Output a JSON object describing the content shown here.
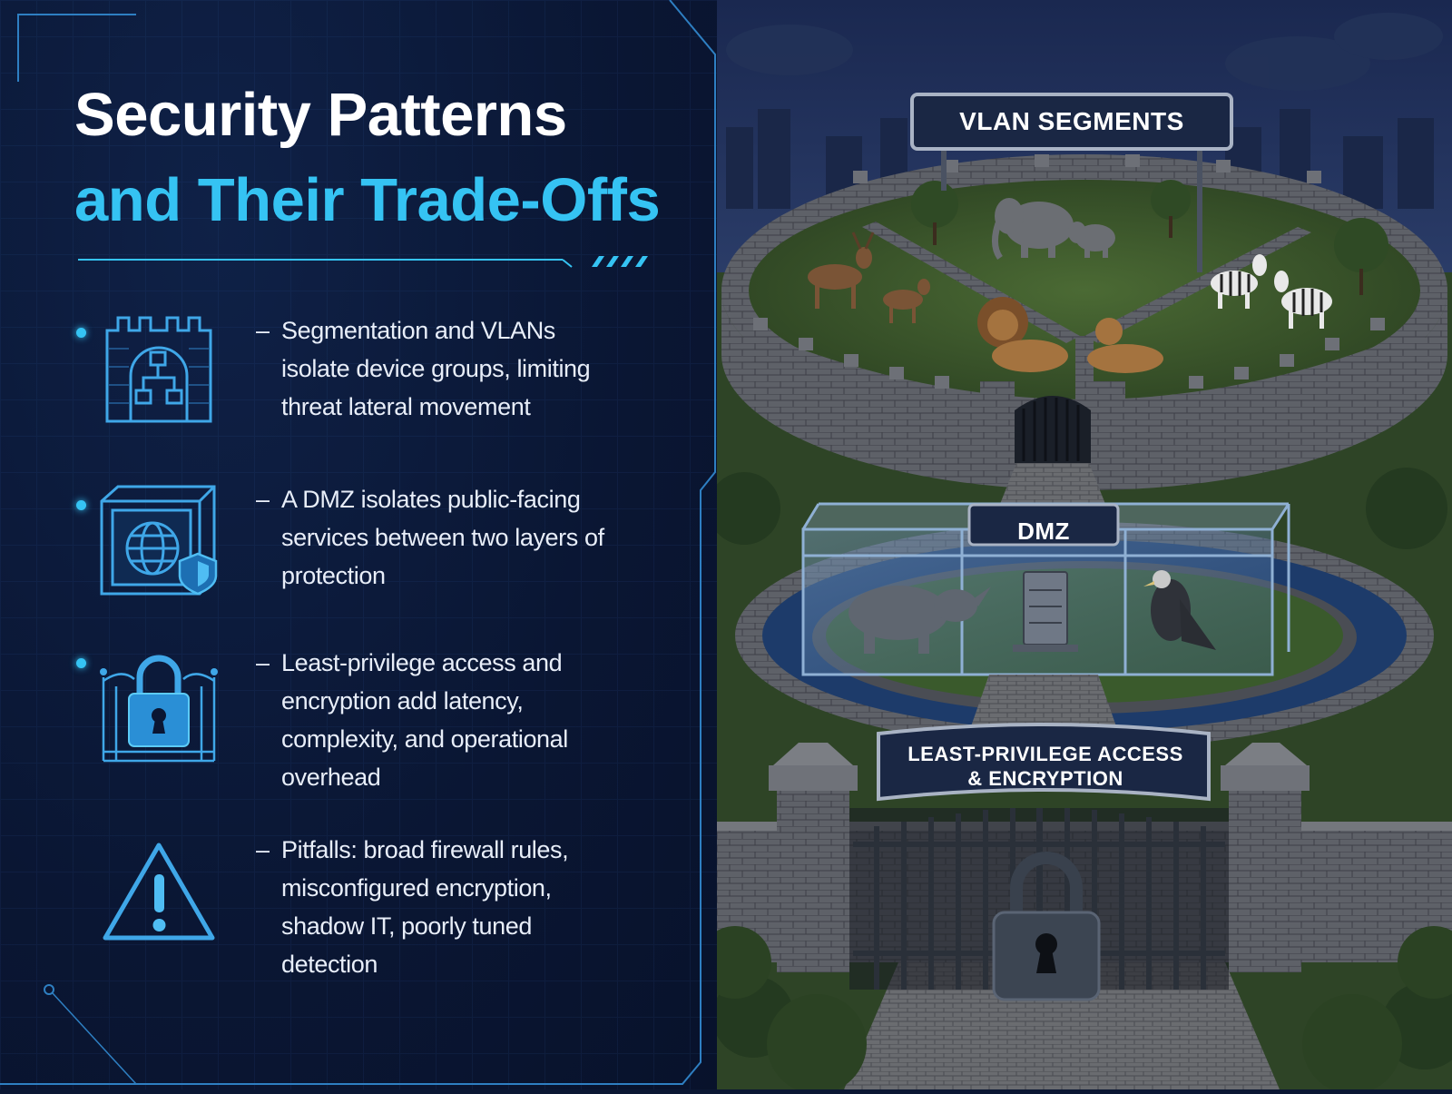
{
  "title": {
    "line1": "Security Patterns",
    "line2": "and Their Trade-Offs"
  },
  "items": [
    {
      "icon": "castle-network-icon",
      "text": "Segmentation and VLANs isolate device groups, limiting threat lateral movement"
    },
    {
      "icon": "dmz-cage-globe-icon",
      "text": "A DMZ isolates public-facing services between two layers of protection"
    },
    {
      "icon": "padlock-gate-icon",
      "text": "Least-privilege access and encryption add latency, complexity, and operational overhead"
    },
    {
      "icon": "warning-triangle-icon",
      "text": "Pitfalls: broad firewall rules, misconfigured encryption, shadow IT, poorly tuned detection"
    }
  ],
  "bullet_dash": "–",
  "scene": {
    "vlan_sign": "VLAN SEGMENTS",
    "dmz_sign": "DMZ",
    "lpa_sign_line1": "LEAST-PRIVILEGE ACCESS",
    "lpa_sign_line2": "& ENCRYPTION"
  },
  "colors": {
    "background": "#0a1633",
    "accent": "#35c3f3",
    "title_white": "#ffffff",
    "body_text": "#e8eef9",
    "wall_stone": "#5c5f66",
    "grass": "#3a5a2c",
    "water": "#1d3b6a",
    "sign": "#1a2744"
  }
}
